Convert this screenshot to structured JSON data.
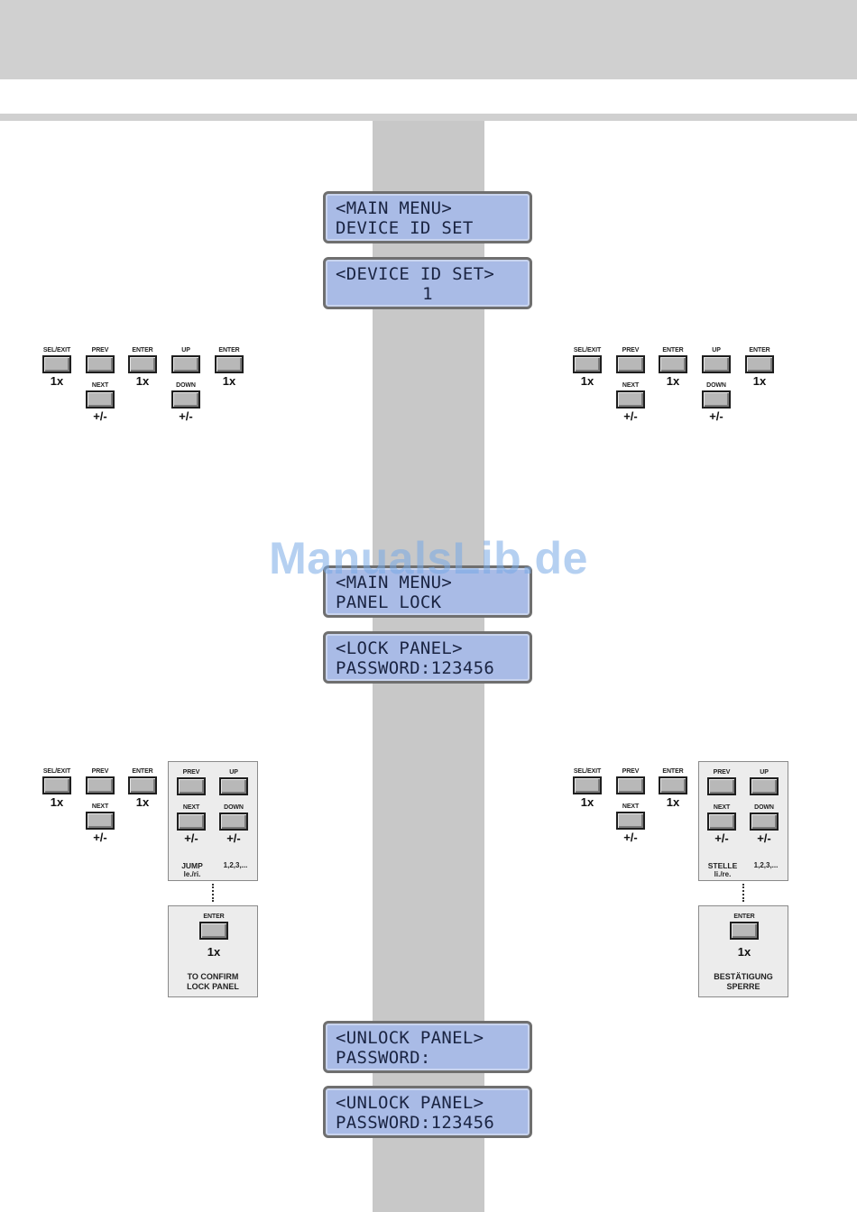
{
  "watermark": "ManualsLib.de",
  "displays": {
    "d1": {
      "line1": "<MAIN MENU>",
      "line2": "DEVICE ID SET"
    },
    "d2": {
      "line1": "<DEVICE ID SET>",
      "line2": "1"
    },
    "d3": {
      "line1": "<MAIN MENU>",
      "line2": "PANEL LOCK"
    },
    "d4": {
      "line1": "<LOCK PANEL>",
      "line2": "PASSWORD:123456"
    },
    "d5": {
      "line1": "<UNLOCK PANEL>",
      "line2": "PASSWORD:"
    },
    "d6": {
      "line1": "<UNLOCK PANEL>",
      "line2": "PASSWORD:123456"
    }
  },
  "keys": {
    "sel_exit": "SEL/EXIT",
    "prev": "PREV",
    "enter": "ENTER",
    "up": "UP",
    "next": "NEXT",
    "down": "DOWN",
    "once": "1x",
    "plus_minus": "+/-"
  },
  "lock_box_en": {
    "jump": "JUMP",
    "jump_dir": "le./ri.",
    "digits": "1,2,3,...",
    "confirm_line1": "TO CONFIRM",
    "confirm_line2": "LOCK PANEL"
  },
  "lock_box_de": {
    "jump": "STELLE",
    "jump_dir": "li./re.",
    "digits": "1,2,3,...",
    "confirm_line1": "BESTÄTIGUNG",
    "confirm_line2": "SPERRE"
  }
}
